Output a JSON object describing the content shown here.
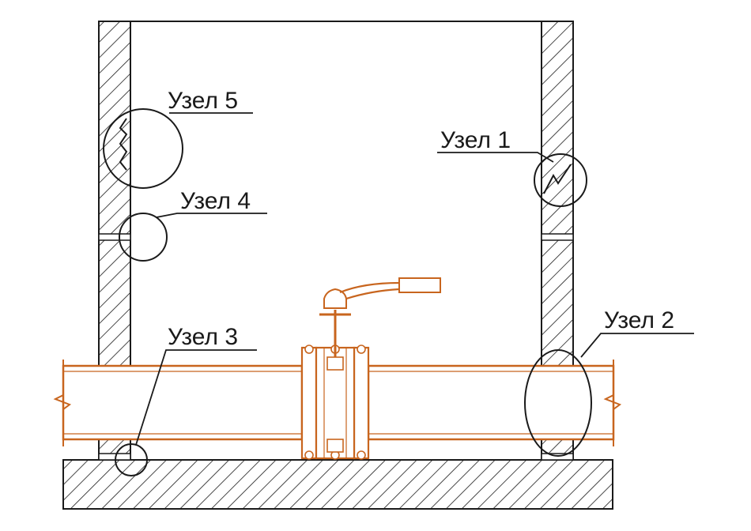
{
  "nodes": [
    {
      "id": "node-1",
      "label": "Узел 1"
    },
    {
      "id": "node-2",
      "label": "Узел 2"
    },
    {
      "id": "node-3",
      "label": "Узел 3"
    },
    {
      "id": "node-4",
      "label": "Узел 4"
    },
    {
      "id": "node-5",
      "label": "Узел 5"
    }
  ],
  "colors": {
    "line": "#1a1a1a",
    "pipe": "#c8651e",
    "background": "#ffffff"
  }
}
